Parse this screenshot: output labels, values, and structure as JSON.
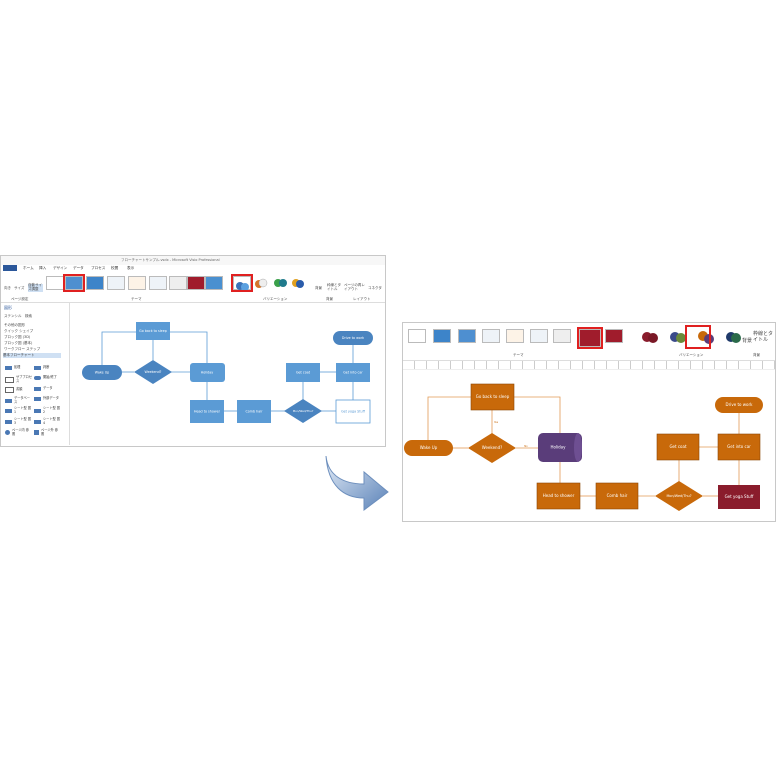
{
  "left_window": {
    "title": "フローチャートサンプル.vsdx - Microsoft Visio Professional",
    "tabs": [
      "ファイル",
      "ホーム",
      "挿入",
      "デザイン",
      "データ",
      "プロセス",
      "校閲",
      "表示"
    ],
    "groups": [
      "ページ設定",
      "テーマ",
      "バリエーション",
      "背景",
      "レイアウト"
    ],
    "buttons": [
      "向き",
      "サイズ",
      "自動サイズ調整",
      "背景",
      "枠線とタイトル",
      "ページの再レイアウト",
      "コネクタ"
    ],
    "shapes_panel": {
      "title": "図形",
      "subtabs": [
        "ステンシル",
        "検索"
      ],
      "stencils": [
        "その他の図形",
        "クイック シェイプ",
        "ブロック図 (3D)",
        "ブロック図 (基本)",
        "ワークフロー ステップ",
        "基本フローチャート"
      ],
      "shapes": [
        "処理",
        "判断",
        "サブプロセス",
        "開始/終了",
        "書類",
        "データ",
        "データベース",
        "外部データ",
        "シート型 図 1",
        "シート型 図 2",
        "シート型 図 3",
        "シート型 図 4",
        "ページ内 参照",
        "ページ外 参照"
      ]
    }
  },
  "right_window": {
    "groups": [
      "テーマ",
      "バリエーション",
      "背景"
    ],
    "buttons": [
      "背景",
      "枠線とタイトル"
    ]
  },
  "flowchart": {
    "nodes": {
      "go_back": "Go back to sleep",
      "wake": "Wake Up",
      "weekend": "Weekend?",
      "holiday": "Holiday",
      "shower": "Head to shower",
      "comb": "Comb hair",
      "monwed": "Mon/Wed/Thu?",
      "yoga": "Get yoga Stuff",
      "coat": "Get coat",
      "car": "Get into car",
      "drive": "Drive to work"
    },
    "edge_labels": {
      "yes": "Yes",
      "no": "No"
    }
  },
  "colors": {
    "blue": "#5b9bd5",
    "orange": "#c8690a",
    "purple": "#5a3d7a",
    "maroon": "#8a1c2c",
    "highlight": "#e02020"
  }
}
